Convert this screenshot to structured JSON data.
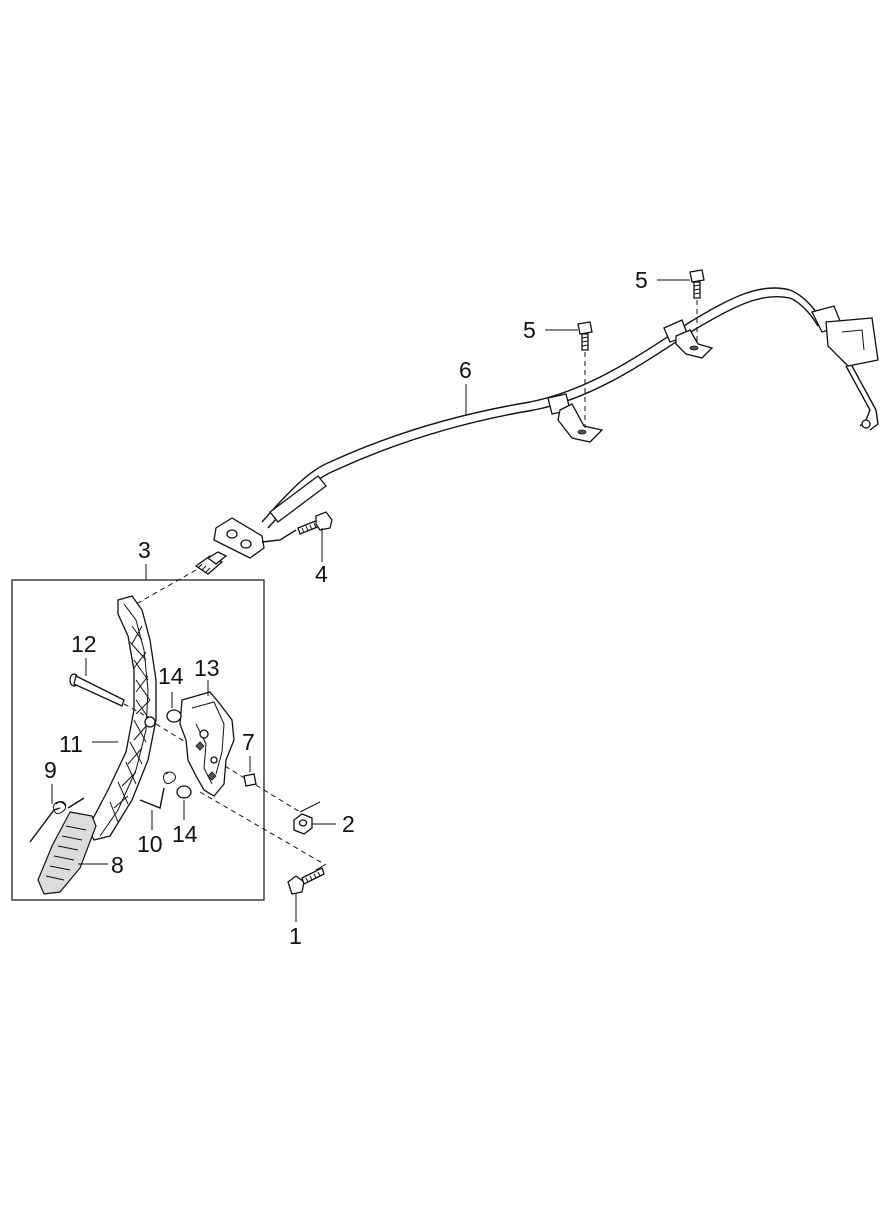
{
  "callouts": {
    "c1": "1",
    "c2": "2",
    "c3": "3",
    "c4": "4",
    "c5a": "5",
    "c5b": "5",
    "c6": "6",
    "c7": "7",
    "c8": "8",
    "c9": "9",
    "c10": "10",
    "c11": "11",
    "c12": "12",
    "c13": "13",
    "c14a": "14",
    "c14b": "14"
  }
}
